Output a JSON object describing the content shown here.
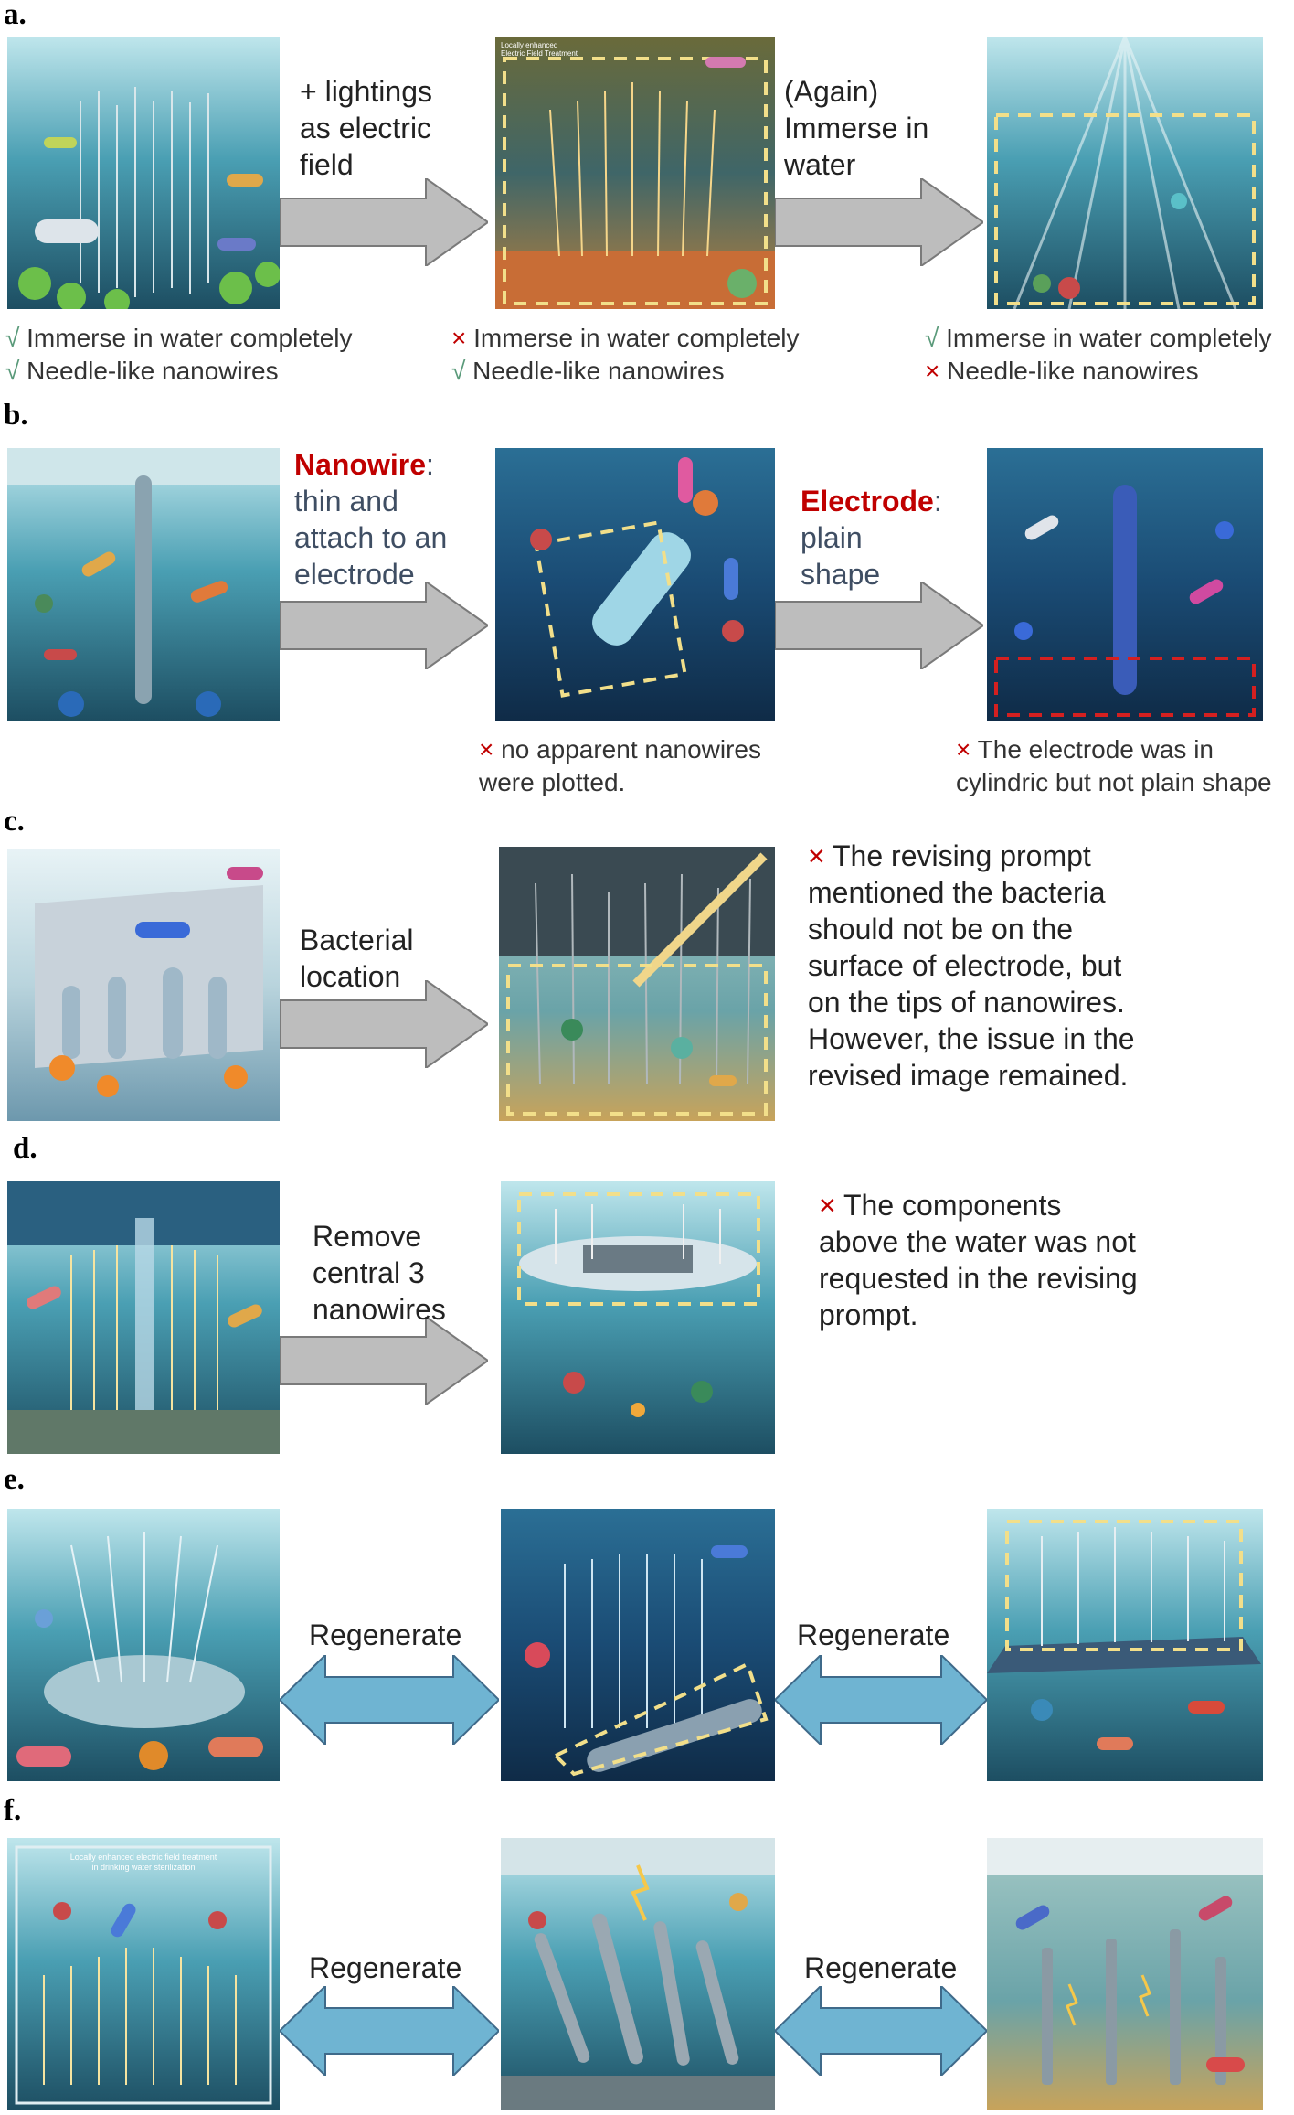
{
  "panels": {
    "a": {
      "label": "a.",
      "arrow1_lines": [
        "+ lightings",
        "as electric",
        "field"
      ],
      "arrow2_lines": [
        "(Again)",
        "Immerse in",
        "water"
      ],
      "img2_caption": [
        "Locally enhanced",
        "Electric Field Treatment"
      ],
      "captions": [
        [
          {
            "mark": "√",
            "type": "check",
            "text": "Immerse in water completely"
          },
          {
            "mark": "√",
            "type": "check",
            "text": "Needle-like nanowires"
          }
        ],
        [
          {
            "mark": "×",
            "type": "cross",
            "text": "Immerse in water completely"
          },
          {
            "mark": "√",
            "type": "check",
            "text": "Needle-like nanowires"
          }
        ],
        [
          {
            "mark": "√",
            "type": "check",
            "text": "Immerse in water completely"
          },
          {
            "mark": "×",
            "type": "cross",
            "text": "Needle-like nanowires"
          }
        ]
      ]
    },
    "b": {
      "label": "b.",
      "arrow1_heading": "Nanowire",
      "arrow1_lines": [
        "thin and",
        "attach to an",
        "electrode"
      ],
      "arrow2_heading": "Electrode",
      "arrow2_lines": [
        "plain",
        "shape"
      ],
      "note1_mark": "×",
      "note1_lines": [
        "no apparent nanowires",
        "were plotted."
      ],
      "note2_mark": "×",
      "note2_lines": [
        "The electrode was in",
        "cylindric but not plain shape"
      ]
    },
    "c": {
      "label": "c.",
      "arrow_lines": [
        "Bacterial",
        "location"
      ],
      "note_mark": "×",
      "note_lines": [
        "The revising prompt",
        "mentioned the bacteria",
        "should not be on the",
        "surface of electrode, but",
        "on the tips of nanowires.",
        "However, the issue in the",
        "revised image remained."
      ]
    },
    "d": {
      "label": "d.",
      "arrow_lines": [
        "Remove",
        "central 3",
        "nanowires"
      ],
      "note_mark": "×",
      "note_lines": [
        "The components",
        "above the water was not",
        "requested in the revising",
        "prompt."
      ]
    },
    "e": {
      "label": "e.",
      "arrow1": "Regenerate",
      "arrow2": "Regenerate"
    },
    "f": {
      "label": "f.",
      "img1_caption": [
        "Locally enhanced electric field treatment",
        "in drinking water sterilization"
      ],
      "arrow1": "Regenerate",
      "arrow2": "Regenerate"
    }
  },
  "colors": {
    "gray_arrow": "#bdbdbd",
    "blue_arrow": "#6fb4d2",
    "accent_red": "#c00000",
    "check_green": "#5a9a7a",
    "dash_yellow": "#f2df8a",
    "dash_red": "#d42020"
  }
}
